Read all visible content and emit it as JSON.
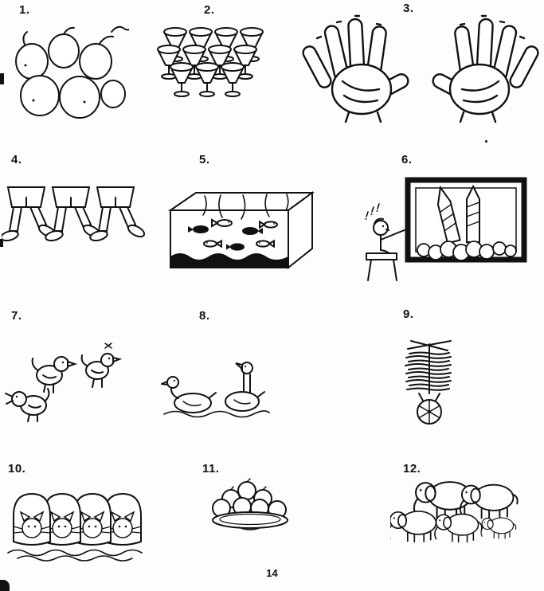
{
  "page": {
    "number": "14",
    "items": [
      {
        "label": "1.",
        "name": "pile-of-pears"
      },
      {
        "label": "2.",
        "name": "rows-of-goblets"
      },
      {
        "label": "3.",
        "name": "two-open-hands"
      },
      {
        "label": "4.",
        "name": "walking-legs"
      },
      {
        "label": "5.",
        "name": "aquarium-with-fish"
      },
      {
        "label": "6.",
        "name": "child-viewing-rocket-picture"
      },
      {
        "label": "7.",
        "name": "three-chicks"
      },
      {
        "label": "8.",
        "name": "two-ducks"
      },
      {
        "label": "9.",
        "name": "loaded-cart"
      },
      {
        "label": "10.",
        "name": "kittens-in-baskets"
      },
      {
        "label": "11.",
        "name": "plate-of-fruit"
      },
      {
        "label": "12.",
        "name": "herd-of-elephants"
      }
    ]
  }
}
